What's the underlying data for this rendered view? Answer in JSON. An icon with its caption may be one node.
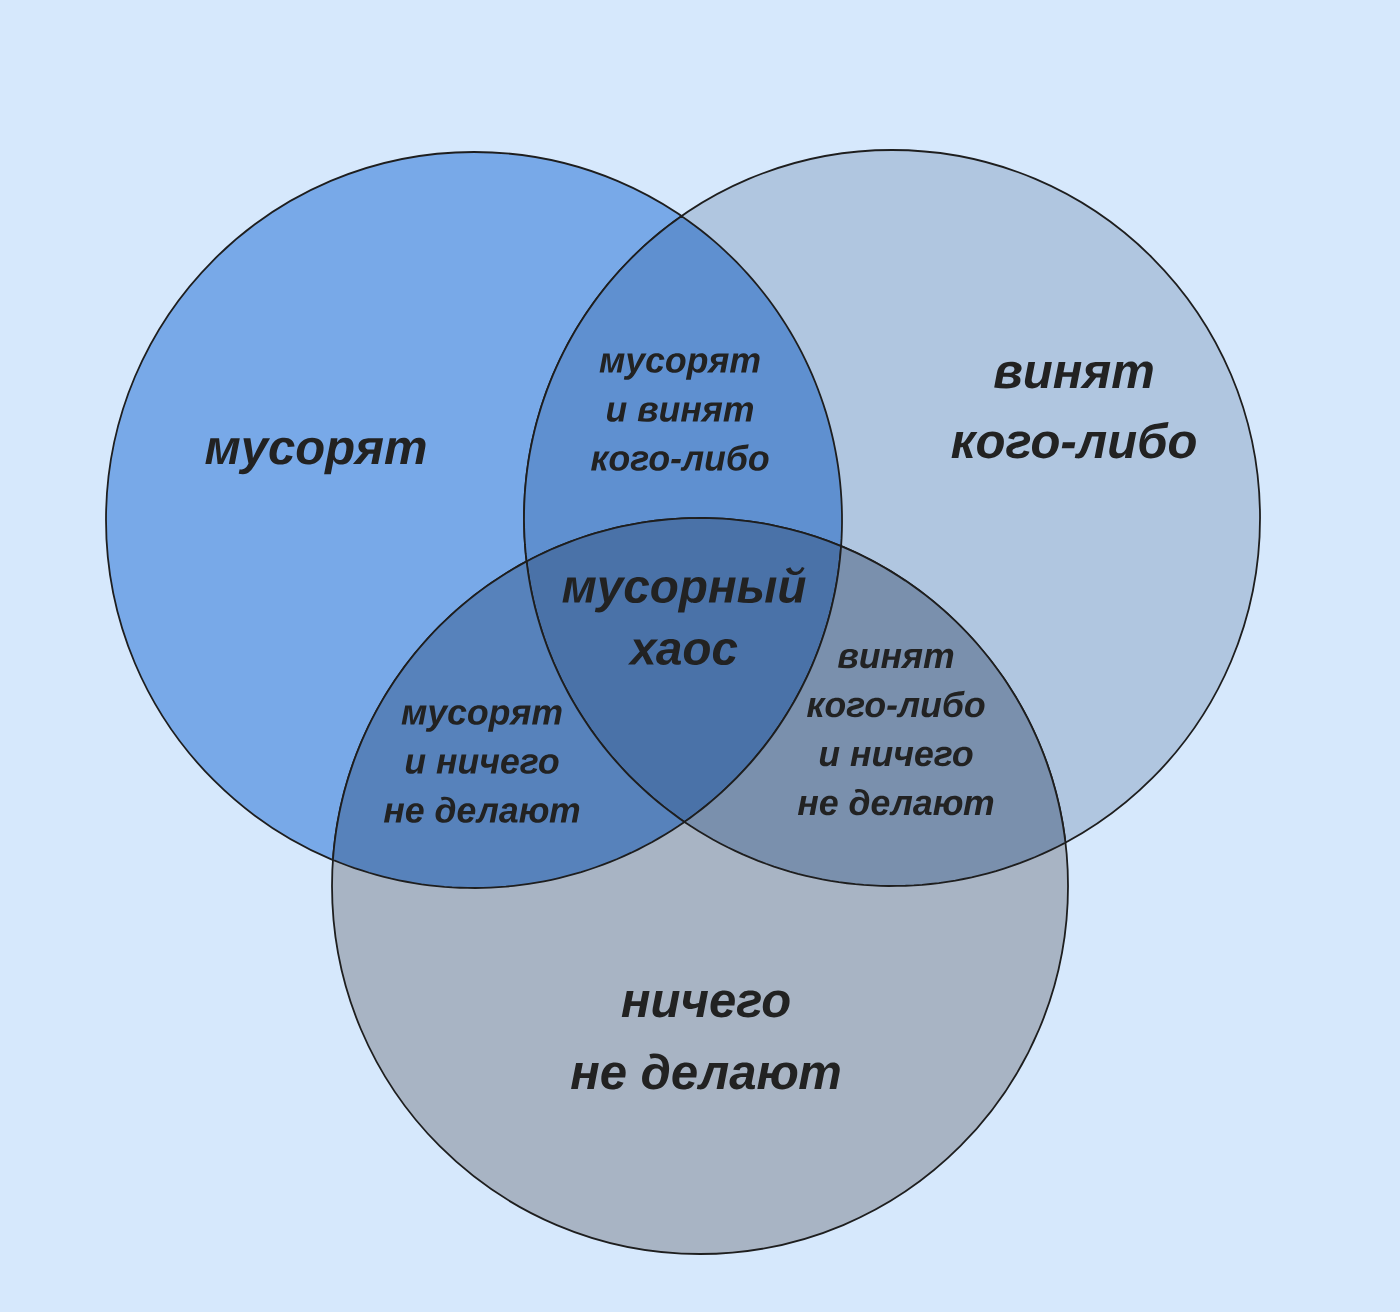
{
  "diagram": {
    "nodes": [
      {
        "text": [
          "мусорят"
        ]
      },
      {
        "text": [
          "винят кого-либо"
        ]
      },
      {
        "text": [
          "ничего не делают"
        ]
      }
    ],
    "labels": [
      "мусорят и винят кого-либо",
      "мусорный хаос",
      "мусорят и ничего не делают",
      "винят кого-либо и ничего не делают"
    ]
  }
}
